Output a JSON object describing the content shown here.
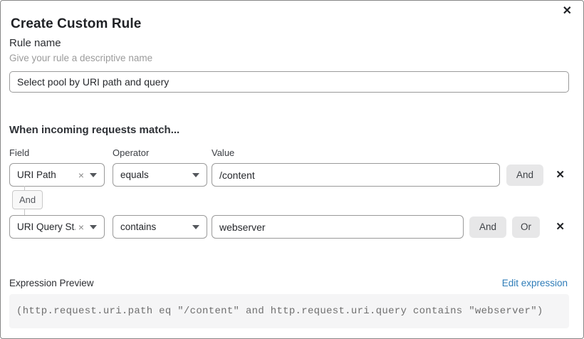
{
  "icons": {
    "close": "✕",
    "clear": "×",
    "delete": "✕"
  },
  "modal": {
    "title": "Create Custom Rule"
  },
  "rule_name": {
    "label": "Rule name",
    "help": "Give your rule a descriptive name",
    "value": "Select pool by URI path and query"
  },
  "matcher": {
    "heading": "When incoming requests match...",
    "columns": {
      "field": "Field",
      "operator": "Operator",
      "value": "Value"
    },
    "connector_label": "And",
    "rows": [
      {
        "field": "URI Path",
        "operator": "equals",
        "value": "/content",
        "buttons": [
          "And"
        ]
      },
      {
        "field": "URI Query St...",
        "operator": "contains",
        "value": "webserver",
        "buttons": [
          "And",
          "Or"
        ]
      }
    ]
  },
  "expression": {
    "label": "Expression Preview",
    "edit_link": "Edit expression",
    "code": "(http.request.uri.path eq \"/content\" and http.request.uri.query contains \"webserver\")"
  },
  "colors": {
    "link": "#2e7cb8",
    "button_bg": "#e7e7e8",
    "code_bg": "#f5f5f6",
    "border": "#9a9a9a"
  }
}
